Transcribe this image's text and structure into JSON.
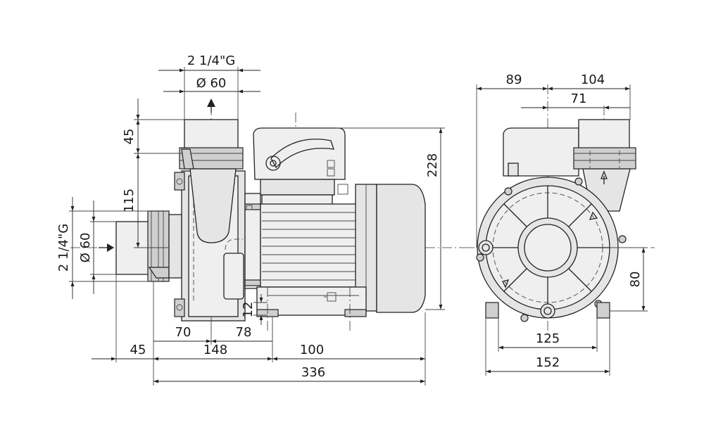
{
  "dimensions": {
    "inlet_thread": "2 1/4\"G",
    "inlet_diameter": "Ø 60",
    "outlet_thread": "2 1/4\"G",
    "outlet_diameter": "Ø 60",
    "outlet_height": "45",
    "outlet_offset": "115",
    "total_height": "228",
    "base_offset_70": "70",
    "base_offset_78": "78",
    "base_height_12": "12",
    "inlet_length": "45",
    "length_148": "148",
    "length_100": "100",
    "total_length": "336",
    "front_89": "89",
    "front_104": "104",
    "front_71": "71",
    "shaft_height": "80",
    "foot_spacing": "125",
    "foot_width": "152"
  }
}
